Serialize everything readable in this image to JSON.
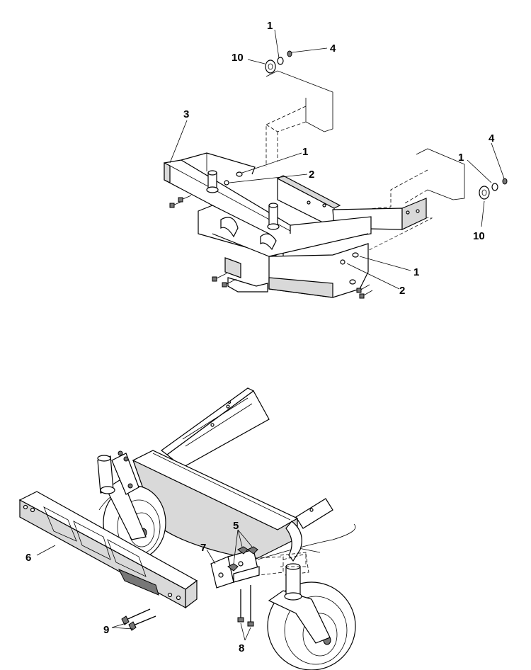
{
  "callouts": {
    "upper": {
      "c1_top": "1",
      "c4_top": "4",
      "c10_top": "10",
      "c3": "3",
      "c1_mid": "1",
      "c2_mid": "2",
      "c4_right": "4",
      "c1_right": "1",
      "c10_right": "10",
      "c1_low": "1",
      "c2_low": "2"
    },
    "lower": {
      "c5": "5",
      "c6": "6",
      "c7": "7",
      "c8": "8",
      "c9": "9"
    }
  }
}
